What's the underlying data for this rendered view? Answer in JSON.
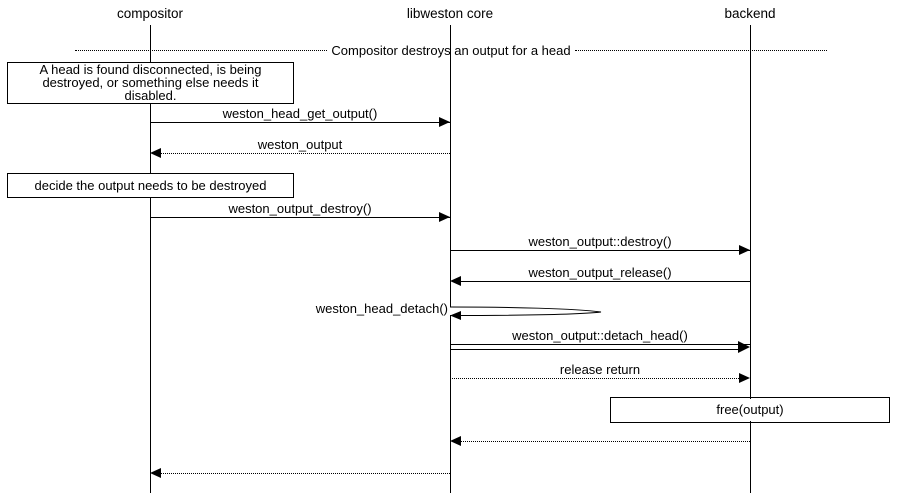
{
  "diagram": {
    "title": "Compositor destroys an output for a head",
    "actors": [
      {
        "name": "compositor"
      },
      {
        "name": "libweston core"
      },
      {
        "name": "backend"
      }
    ],
    "notes": [
      {
        "lines": [
          "A head is found disconnected, is being",
          "destroyed, or something else needs it",
          "disabled."
        ]
      },
      {
        "text": "decide the output needs to be destroyed"
      },
      {
        "text": "free(output)"
      }
    ],
    "messages": [
      {
        "label": "weston_head_get_output()",
        "from": "compositor",
        "to": "libweston core",
        "style": "solid"
      },
      {
        "label": "weston_output",
        "from": "libweston core",
        "to": "compositor",
        "style": "dotted"
      },
      {
        "label": "weston_output_destroy()",
        "from": "compositor",
        "to": "libweston core",
        "style": "solid"
      },
      {
        "label": "weston_output::destroy()",
        "from": "libweston core",
        "to": "backend",
        "style": "solid"
      },
      {
        "label": "weston_output_release()",
        "from": "backend",
        "to": "libweston core",
        "style": "solid"
      },
      {
        "label": "weston_head_detach()",
        "from": "libweston core",
        "to": "libweston core",
        "style": "self"
      },
      {
        "label": "weston_output::detach_head()",
        "from": "libweston core",
        "to": "backend",
        "style": "double"
      },
      {
        "label": "release return",
        "from": "libweston core",
        "to": "backend",
        "style": "dotted"
      },
      {
        "label": "",
        "from": "backend",
        "to": "libweston core",
        "style": "dotted"
      },
      {
        "label": "",
        "from": "libweston core",
        "to": "compositor",
        "style": "dotted"
      }
    ],
    "colors": {
      "stroke": "#000000",
      "background": "#ffffff"
    }
  }
}
